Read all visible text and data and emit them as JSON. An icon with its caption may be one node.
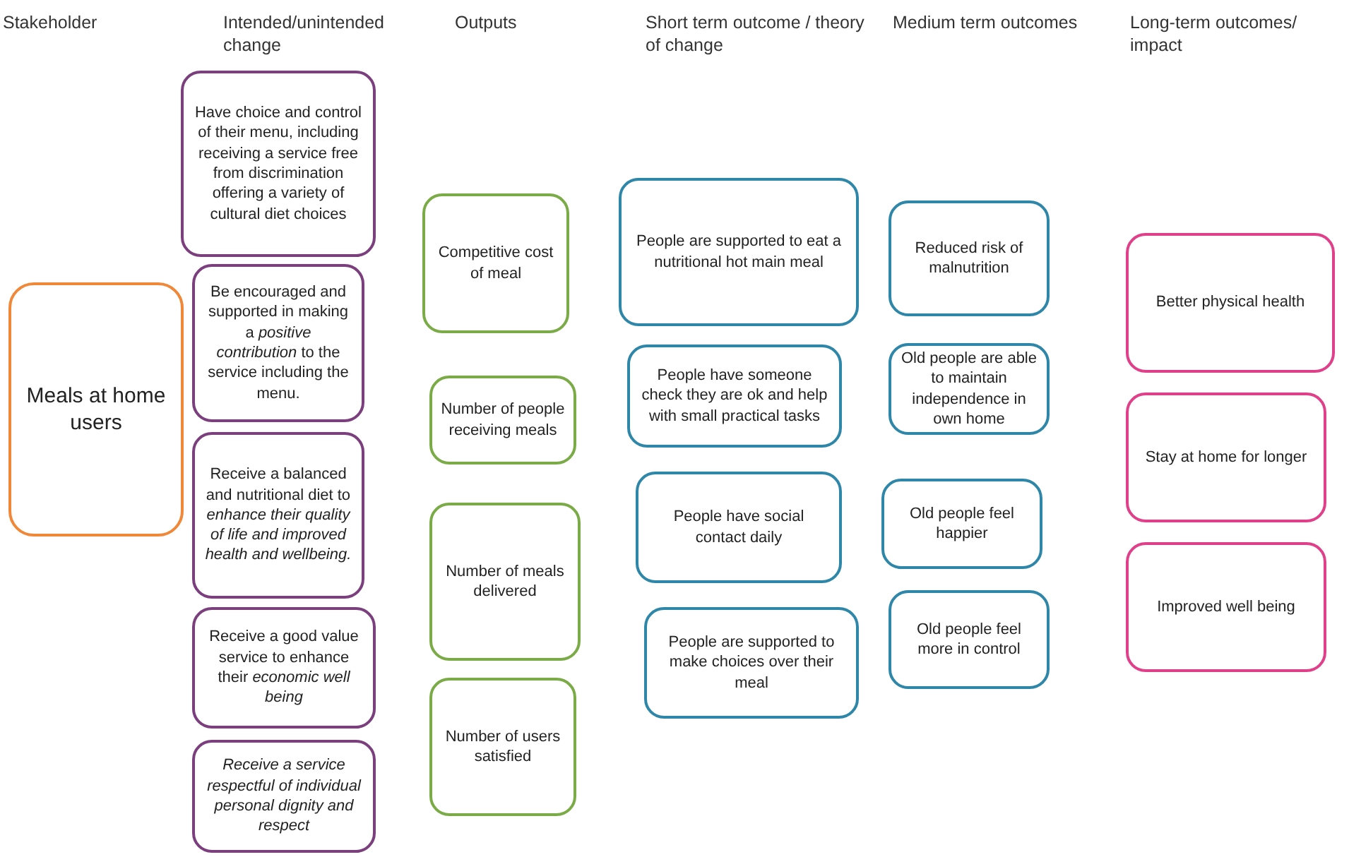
{
  "diagram": {
    "nodes": [
      {
        "text": [
          "Meals at home users"
        ]
      },
      {
        "text": [
          "Have choice and control of their menu, including receiving a service free from discrimination offering a variety of cultural diet choices"
        ]
      },
      {
        "text": [
          "Be encouraged and supported in making a *positive contribution* to the service including the menu."
        ]
      },
      {
        "text": [
          "Receive a balanced and nutritional diet to *enhance their quality of life and improved health and wellbeing.*"
        ]
      },
      {
        "text": [
          "Receive a good value service to enhance their *economic well being*"
        ]
      },
      {
        "text": [
          "Receive a service respectful of individual personal dignity and respect"
        ]
      },
      {
        "text": [
          "Competitive cost of meal"
        ]
      },
      {
        "text": [
          "Number of people receiving meals"
        ]
      },
      {
        "text": [
          "Number of meals delivered"
        ]
      },
      {
        "text": [
          "Number of users satisfied"
        ]
      },
      {
        "text": [
          "People are supported to eat a nutritional hot main meal"
        ]
      },
      {
        "text": [
          "People have someone check they are ok and help with small practical tasks"
        ]
      },
      {
        "text": [
          "People have social contact daily"
        ]
      },
      {
        "text": [
          "People are supported to make choices over their meal"
        ]
      },
      {
        "text": [
          "Reduced risk of malnutrition"
        ]
      },
      {
        "text": [
          "Old people are able to maintain independence in own home"
        ]
      },
      {
        "text": [
          "Old people feel happier"
        ]
      },
      {
        "text": [
          "Old people feel more in control"
        ]
      },
      {
        "text": [
          "Better physical health"
        ]
      },
      {
        "text": [
          "Stay at home for longer"
        ]
      },
      {
        "text": [
          "Improved well being"
        ]
      }
    ],
    "labels": [
      "Stakeholder",
      "Intended/unintended change",
      "Outputs",
      "Short term outcome / theory of change",
      "Medium term outcomes",
      "Long-term outcomes/ impact"
    ]
  }
}
